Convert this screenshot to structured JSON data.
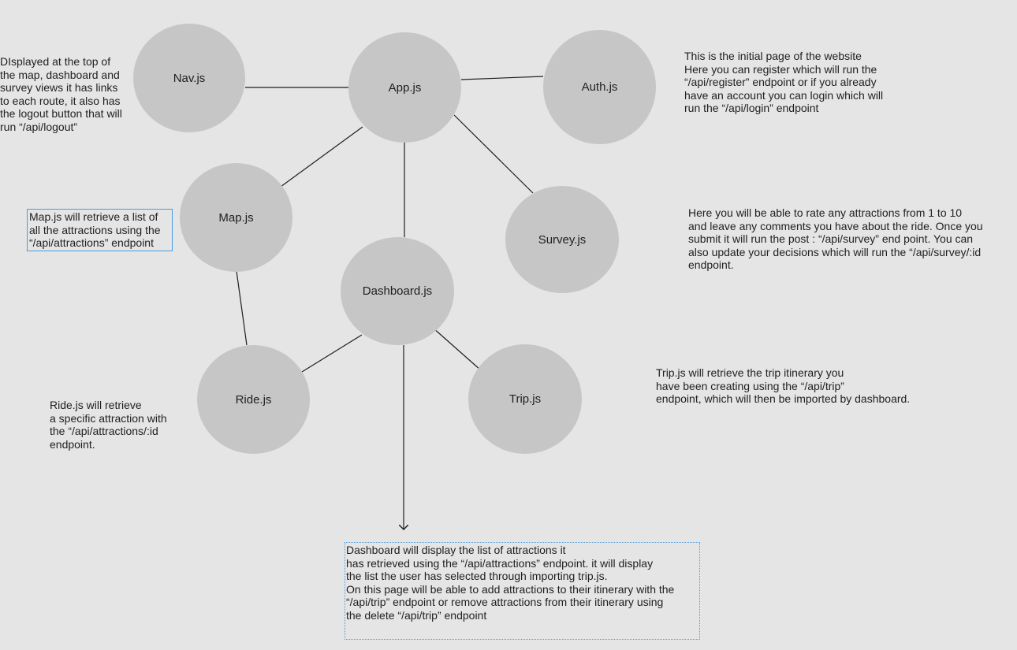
{
  "nodes": {
    "nav": "Nav.js",
    "app": "App.js",
    "auth": "Auth.js",
    "map": "Map.js",
    "survey": "Survey.js",
    "dashboard": "Dashboard.js",
    "ride": "Ride.js",
    "trip": "Trip.js"
  },
  "notes": {
    "nav": "DIsplayed at the top of\nthe map, dashboard and\nsurvey views it has links\nto each route, it also has\nthe logout button that will\nrun “/api/logout”",
    "auth": "This is the initial page of the website\nHere you can register which will run the\n“/api/register” endpoint or if you already\nhave an account you can login which will\nrun the “/api/login” endpoint",
    "map": "Map.js will retrieve a list of\nall the attractions using the\n“/api/attractions” endpoint",
    "survey": "Here you will be able to rate any attractions from 1 to 10\nand leave any comments you have about the ride. Once you\nsubmit it will run the post : “/api/survey” end point. You can\nalso update your decisions which will run the “/api/survey/:id\nendpoint.",
    "ride": "Ride.js will retrieve\na specific attraction with\nthe “/api/attractions/:id\nendpoint.",
    "trip": "Trip.js will retrieve the trip itinerary you\nhave been creating using the “/api/trip”\nendpoint, which will then be imported by dashboard.",
    "dashboard": "Dashboard will display the list of attractions it\nhas retrieved using the “/api/attractions” endpoint. it will display\nthe list the user has selected through importing trip.js.\nOn this page will be able to add attractions to their itinerary with the\n “/api/trip” endpoint or remove attractions from their itinerary using\nthe delete “/api/trip” endpoint"
  },
  "colors": {
    "background": "#e5e5e5",
    "node_fill": "#c6c6c6",
    "edge": "#1f1f1f",
    "highlight_border": "#4a9be0"
  }
}
